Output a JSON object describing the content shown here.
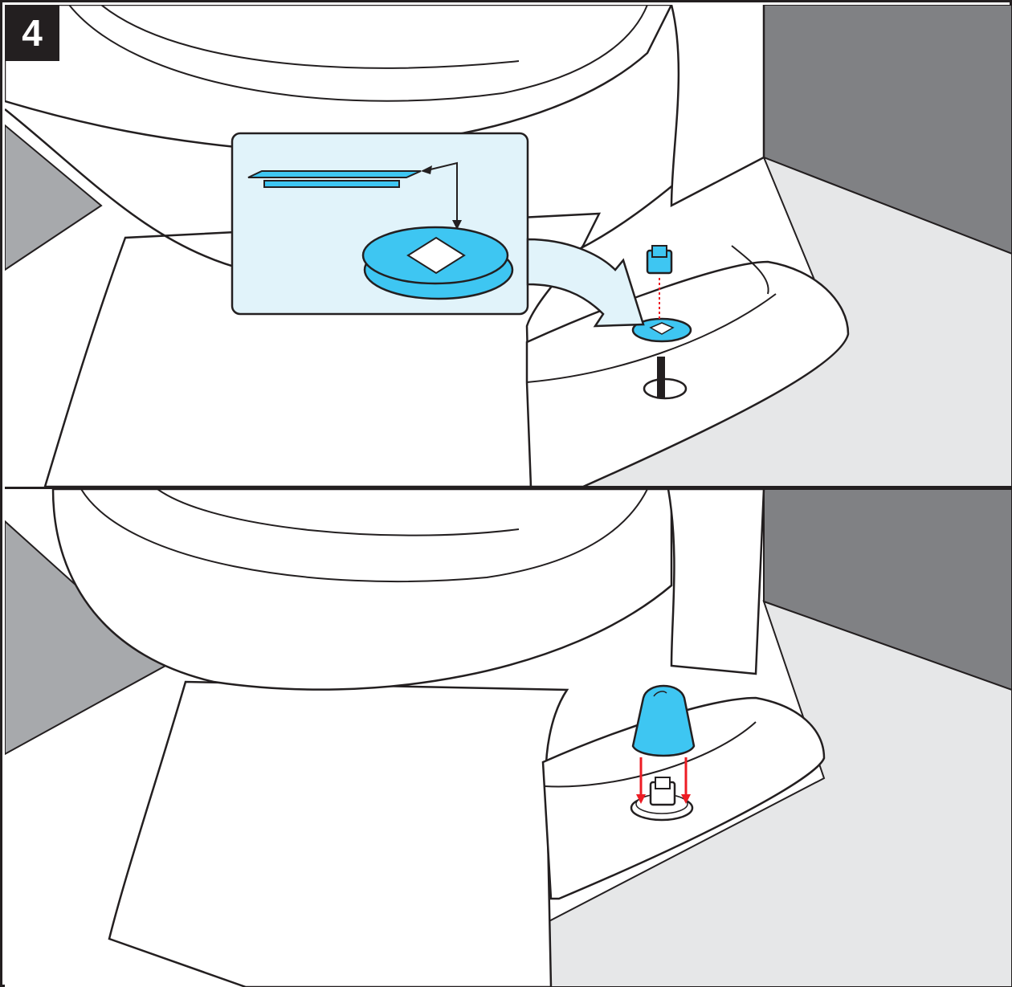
{
  "step": {
    "number": "4"
  },
  "colors": {
    "outline": "#231f20",
    "wall_dark": "#808184",
    "wall_light": "#a7a9ac",
    "floor": "#e6e7e8",
    "porcelain": "#ffffff",
    "part_blue": "#3ec6f2",
    "callout_bg": "#e1f3fa",
    "guide_red": "#ed1c24"
  },
  "panels": [
    {
      "id": "top",
      "shows": [
        "washer-insert-callout",
        "nut-icon",
        "washer",
        "bolt"
      ]
    },
    {
      "id": "bottom",
      "shows": [
        "bolt-cap",
        "nut-icon",
        "washer"
      ]
    }
  ],
  "icons": {
    "arrow": "curved-arrow-icon",
    "nut": "nut-icon",
    "cap": "bolt-cap-icon"
  }
}
